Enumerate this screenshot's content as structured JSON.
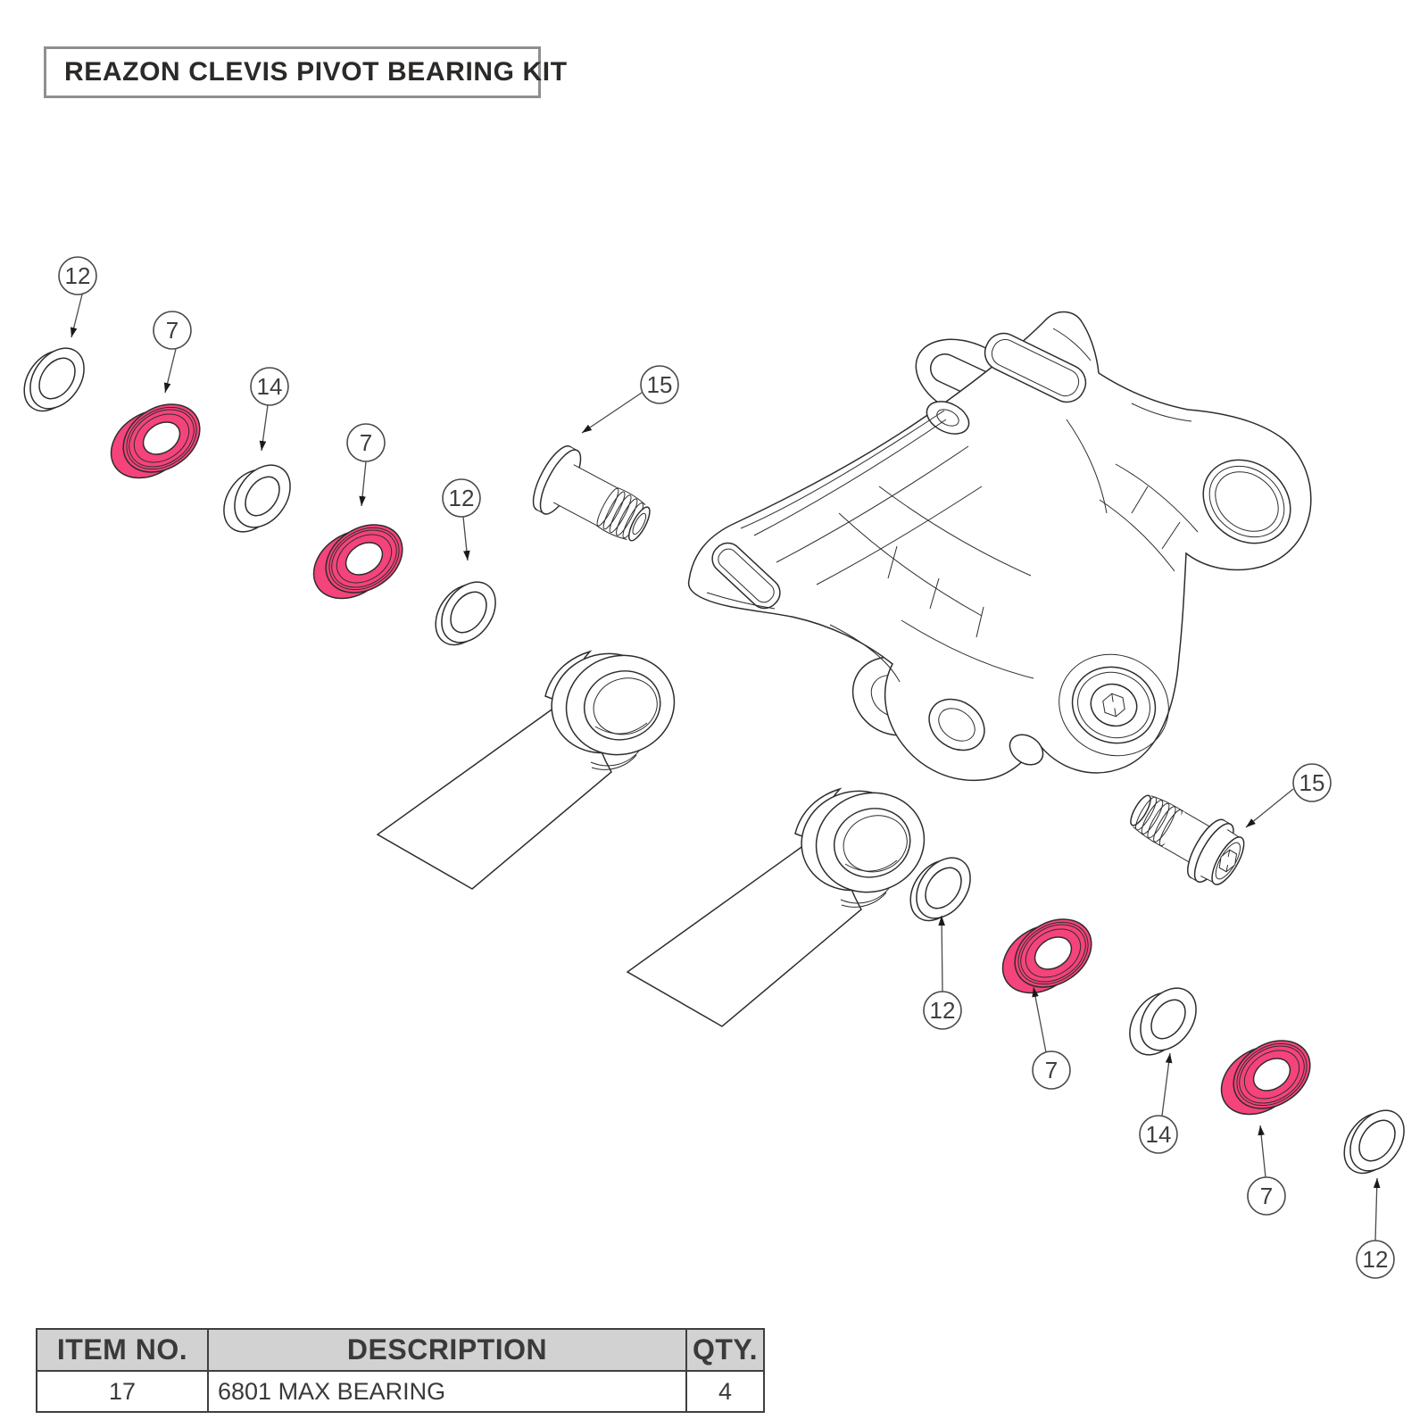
{
  "title": "REAZON CLEVIS PIVOT BEARING KIT",
  "colors": {
    "highlight": "#F5437B",
    "line": "#2D2D2D",
    "callout": "#4A4A4A",
    "table_header_bg": "#D2D2D2",
    "table_border": "#3F3F3F",
    "text": "#3A3A3A",
    "title_border": "#8F8F8F"
  },
  "callouts": [
    {
      "label": "12",
      "part": "thin-washer"
    },
    {
      "label": "7",
      "part": "max-bearing"
    },
    {
      "label": "14",
      "part": "thick-washer"
    },
    {
      "label": "7",
      "part": "max-bearing"
    },
    {
      "label": "12",
      "part": "thin-washer"
    },
    {
      "label": "15",
      "part": "pivot-bolt"
    },
    {
      "label": "15",
      "part": "pivot-bolt"
    },
    {
      "label": "12",
      "part": "thin-washer"
    },
    {
      "label": "7",
      "part": "max-bearing"
    },
    {
      "label": "14",
      "part": "thick-washer"
    },
    {
      "label": "7",
      "part": "max-bearing"
    },
    {
      "label": "12",
      "part": "thin-washer"
    }
  ],
  "table": {
    "headers": [
      "ITEM NO.",
      "DESCRIPTION",
      "QTY."
    ],
    "rows": [
      [
        "17",
        "6801 MAX BEARING",
        "4"
      ]
    ]
  }
}
